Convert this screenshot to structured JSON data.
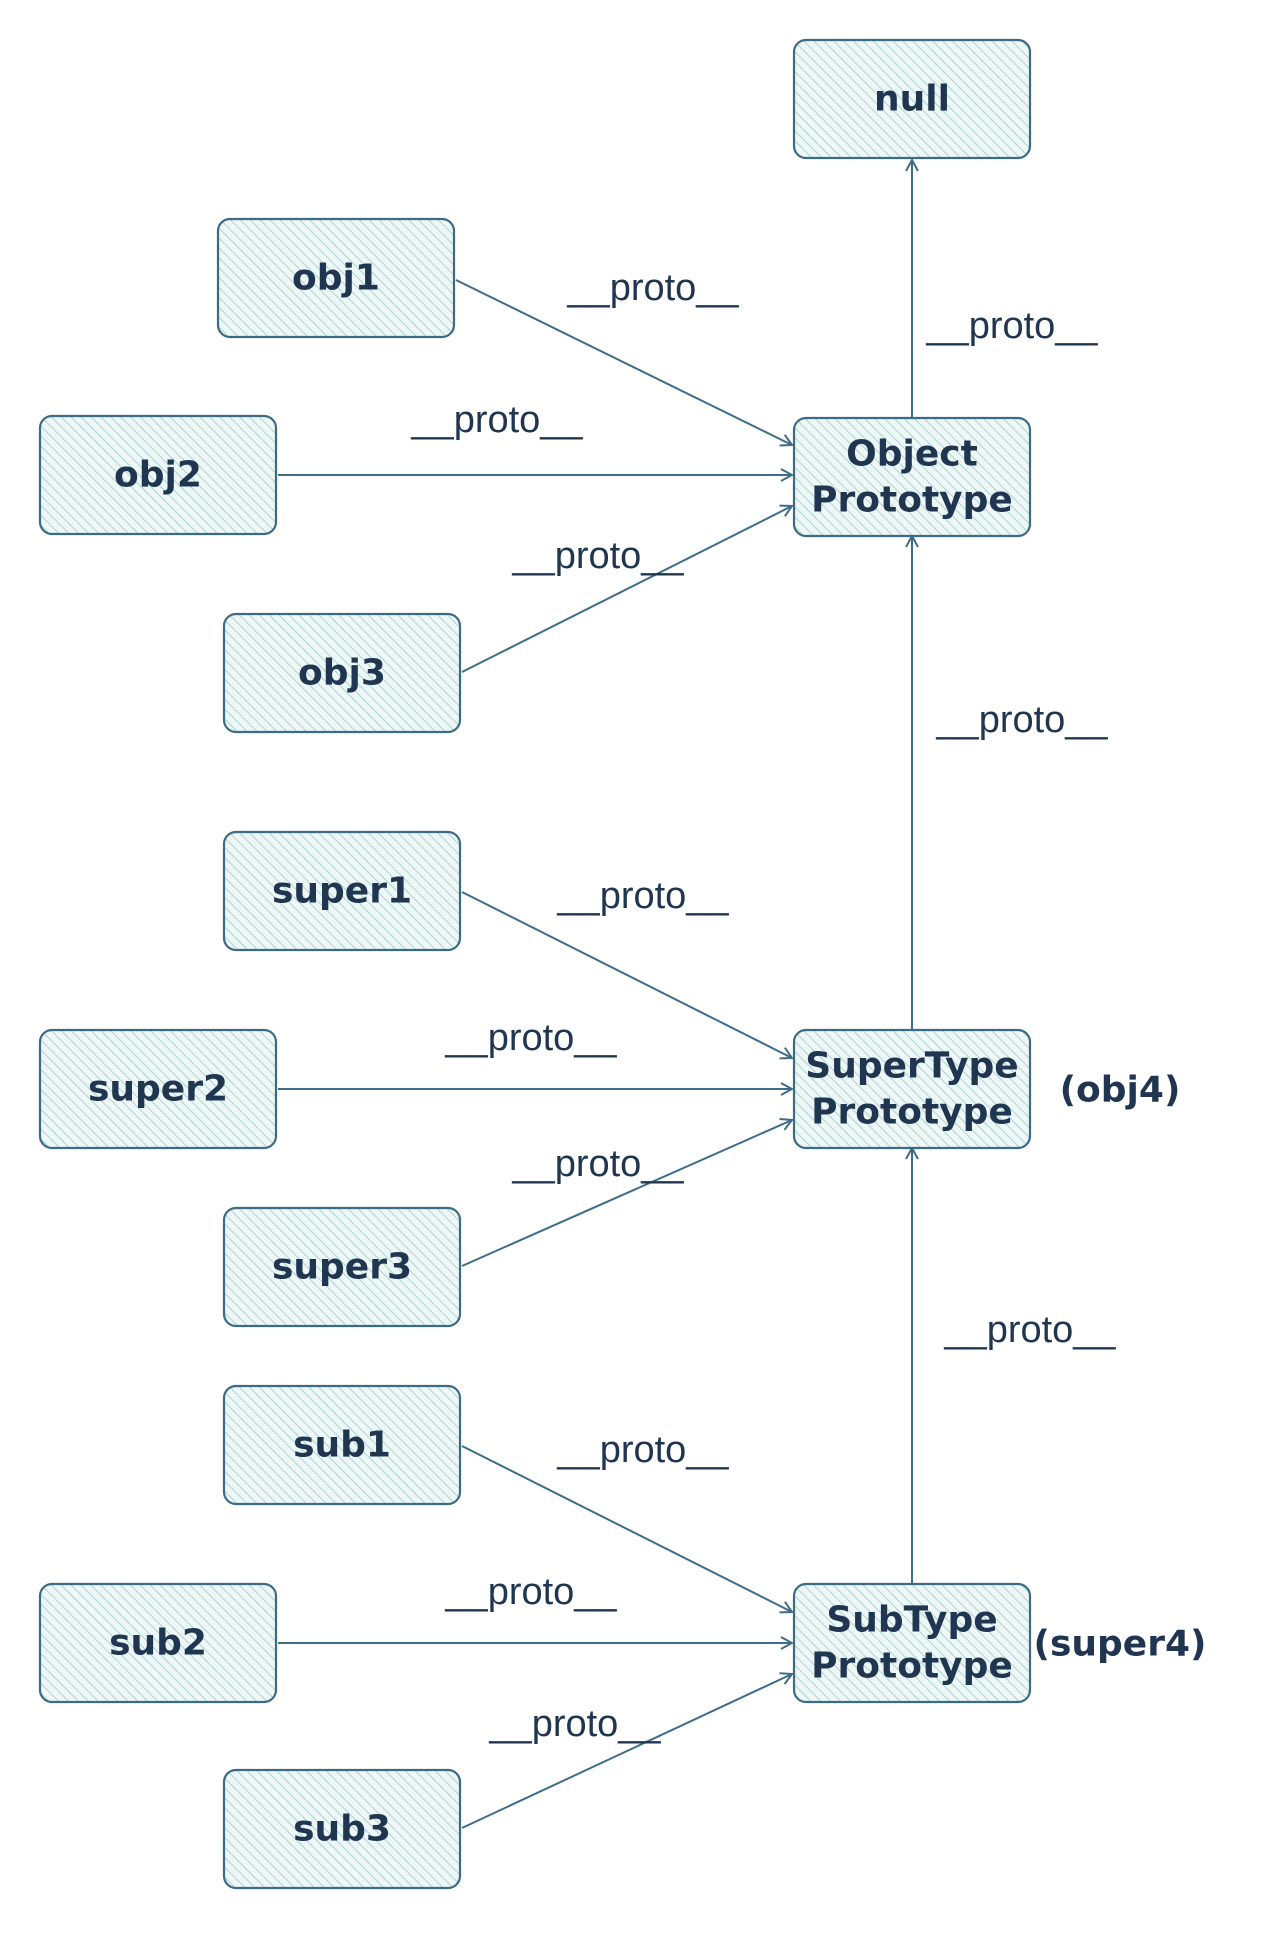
{
  "nodes": [
    {
      "id": "null",
      "lines": [
        "null"
      ]
    },
    {
      "id": "object-prototype",
      "lines": [
        "Object",
        "Prototype"
      ]
    },
    {
      "id": "supertype-prototype",
      "lines": [
        "SuperType",
        "Prototype"
      ]
    },
    {
      "id": "subtype-prototype",
      "lines": [
        "SubType",
        "Prototype"
      ]
    },
    {
      "id": "obj1",
      "lines": [
        "obj1"
      ]
    },
    {
      "id": "obj2",
      "lines": [
        "obj2"
      ]
    },
    {
      "id": "obj3",
      "lines": [
        "obj3"
      ]
    },
    {
      "id": "super1",
      "lines": [
        "super1"
      ]
    },
    {
      "id": "super2",
      "lines": [
        "super2"
      ]
    },
    {
      "id": "super3",
      "lines": [
        "super3"
      ]
    },
    {
      "id": "sub1",
      "lines": [
        "sub1"
      ]
    },
    {
      "id": "sub2",
      "lines": [
        "sub2"
      ]
    },
    {
      "id": "sub3",
      "lines": [
        "sub3"
      ]
    }
  ],
  "edges": [
    {
      "from": "object-prototype",
      "to": "null",
      "label": "__proto__"
    },
    {
      "from": "supertype-prototype",
      "to": "object-prototype",
      "label": "__proto__"
    },
    {
      "from": "subtype-prototype",
      "to": "supertype-prototype",
      "label": "__proto__"
    },
    {
      "from": "obj1",
      "to": "object-prototype",
      "label": "__proto__"
    },
    {
      "from": "obj2",
      "to": "object-prototype",
      "label": "__proto__"
    },
    {
      "from": "obj3",
      "to": "object-prototype",
      "label": "__proto__"
    },
    {
      "from": "super1",
      "to": "supertype-prototype",
      "label": "__proto__"
    },
    {
      "from": "super2",
      "to": "supertype-prototype",
      "label": "__proto__"
    },
    {
      "from": "super3",
      "to": "supertype-prototype",
      "label": "__proto__"
    },
    {
      "from": "sub1",
      "to": "subtype-prototype",
      "label": "__proto__"
    },
    {
      "from": "sub2",
      "to": "subtype-prototype",
      "label": "__proto__"
    },
    {
      "from": "sub3",
      "to": "subtype-prototype",
      "label": "__proto__"
    }
  ],
  "annotations": [
    {
      "node": "supertype-prototype",
      "text": "(obj4)"
    },
    {
      "node": "subtype-prototype",
      "text": "(super4)"
    }
  ],
  "colors": {
    "stroke": "#3d6a85",
    "hatch": "#a9d4d4",
    "text": "#1f3550"
  }
}
